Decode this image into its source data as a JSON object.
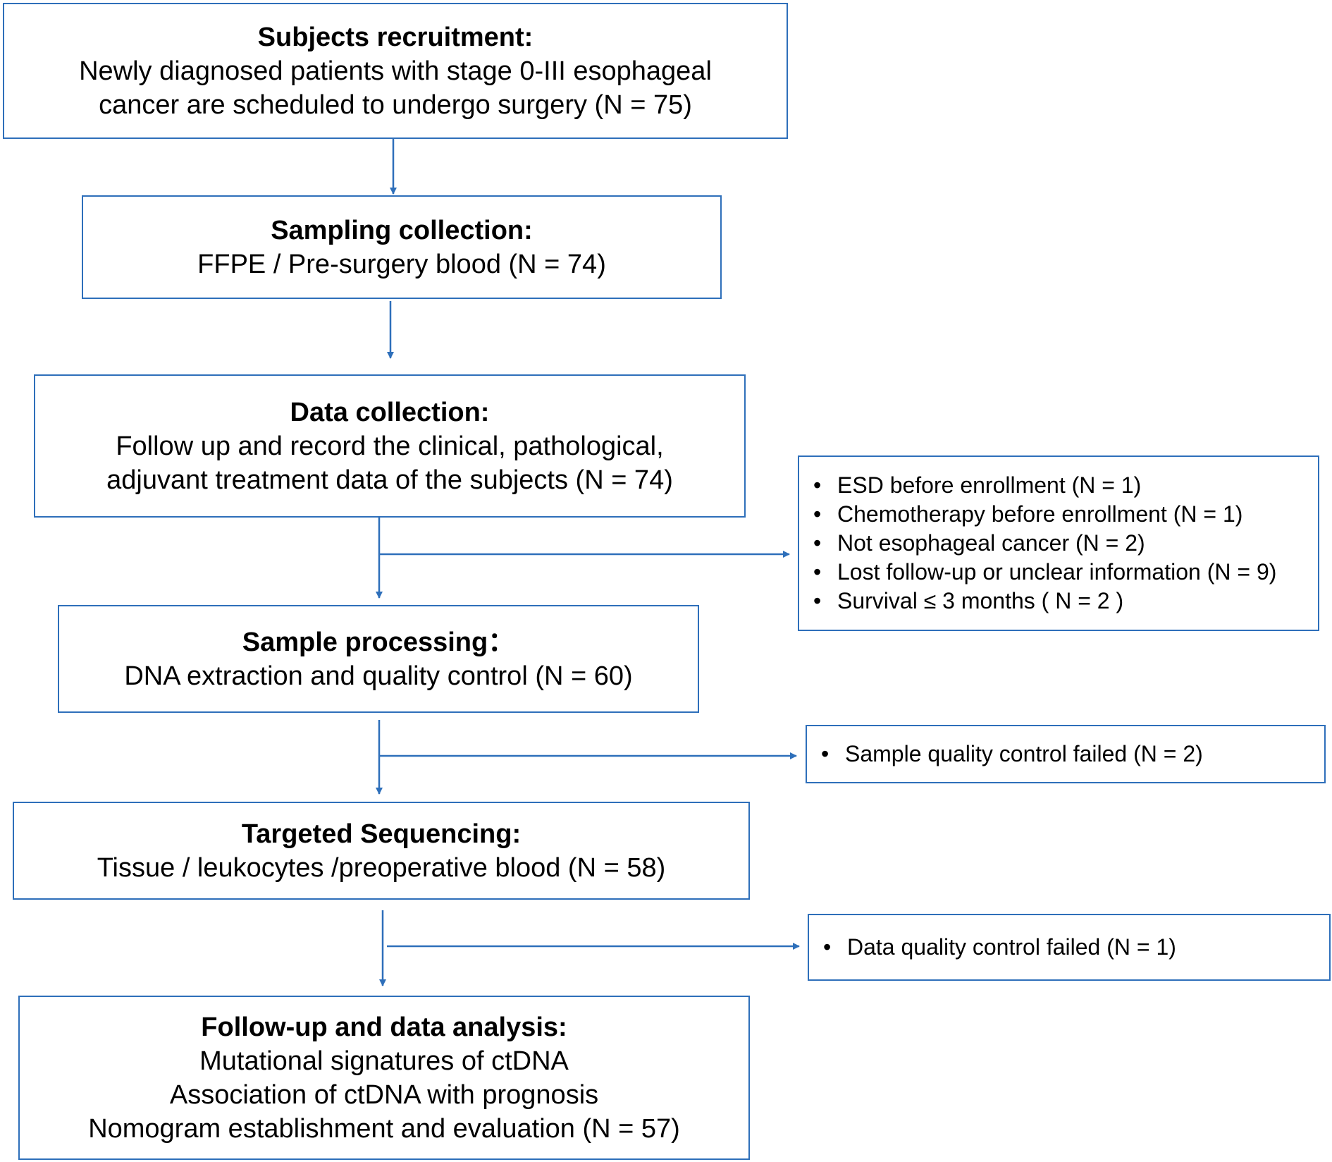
{
  "steps": [
    {
      "title": "Subjects recruitment:",
      "lines": [
        "Newly diagnosed patients with stage 0-III esophageal",
        "cancer are scheduled to undergo surgery (N = 75)"
      ]
    },
    {
      "title": "Sampling collection:",
      "lines": [
        "FFPE / Pre-surgery blood (N = 74)"
      ]
    },
    {
      "title": "Data collection:",
      "lines": [
        "Follow up and record the clinical, pathological,",
        "adjuvant treatment data of the subjects (N = 74)"
      ]
    },
    {
      "title": "Sample processing：",
      "lines": [
        "DNA extraction and quality control (N = 60)"
      ]
    },
    {
      "title": "Targeted Sequencing:",
      "lines": [
        "Tissue / leukocytes /preoperative blood (N = 58)"
      ]
    },
    {
      "title": "Follow-up and data analysis:",
      "lines": [
        "Mutational signatures of ctDNA",
        "Association of ctDNA with prognosis",
        "Nomogram establishment and evaluation (N = 57)"
      ]
    }
  ],
  "exclusions": [
    {
      "bullet": "•",
      "items": [
        "ESD before enrollment (N = 1)",
        "Chemotherapy before enrollment (N = 1)",
        "Not esophageal cancer (N = 2)",
        "Lost follow-up or unclear information (N = 9)",
        "Survival ≤ 3 months ( N = 2 )"
      ]
    },
    {
      "bullet": "•",
      "items": [
        "Sample quality control failed (N = 2)"
      ]
    },
    {
      "bullet": "•",
      "items": [
        "Data quality control failed (N = 1)"
      ]
    }
  ],
  "colors": {
    "border": "#2e6fba",
    "arrow": "#2e6fba"
  }
}
